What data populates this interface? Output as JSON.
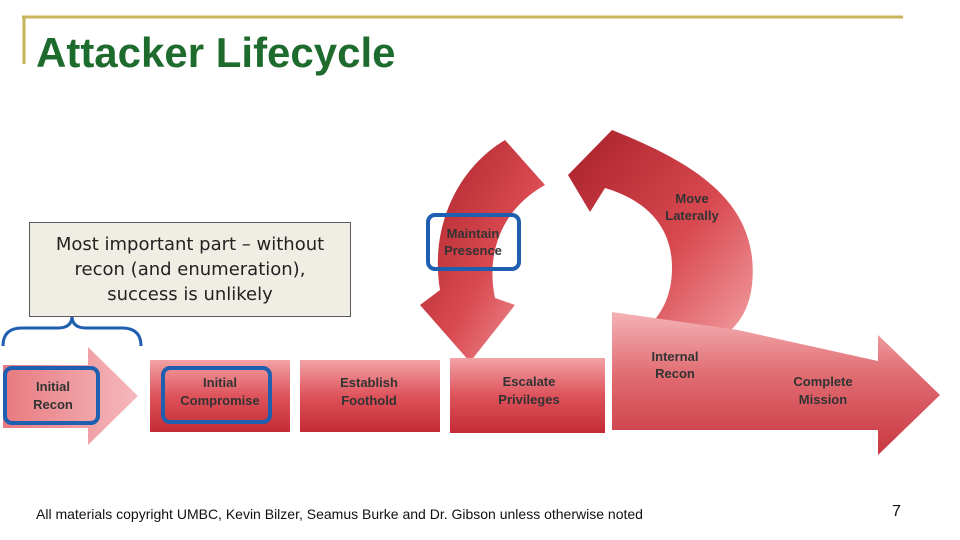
{
  "slide": {
    "title": "Attacker Lifecycle",
    "callout": "Most important part – without recon (and enumeration), success is unlikely",
    "footer": "All materials copyright UMBC, Kevin Bilzer, Seamus Burke and Dr. Gibson unless otherwise noted",
    "page_number": "7"
  },
  "stages": {
    "initial_recon": [
      "Initial",
      "Recon"
    ],
    "initial_compromise": [
      "Initial",
      "Compromise"
    ],
    "establish_foothold": [
      "Establish",
      "Foothold"
    ],
    "escalate_privileges": [
      "Escalate",
      "Privileges"
    ],
    "internal_recon": [
      "Internal",
      "Recon"
    ],
    "move_laterally": [
      "Move",
      "Laterally"
    ],
    "maintain_presence": [
      "Maintain",
      "Presence"
    ],
    "complete_mission": [
      "Complete",
      "Mission"
    ]
  },
  "colors": {
    "title": "#1e6b2e",
    "accent_line": "#c8b45a",
    "arrow_red": "#c42b35",
    "arrow_light": "#ee7f85",
    "highlight_blue": "#1f5fb0",
    "callout_bg": "#f0ede4"
  }
}
